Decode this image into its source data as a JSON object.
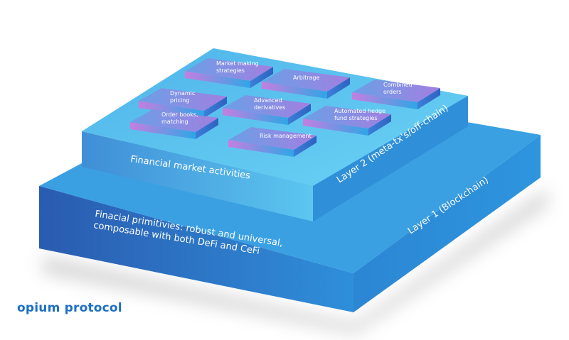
{
  "logo": "opium protocol",
  "layer1": {
    "title": "Layer 1 (Blockchain)",
    "description_line1": "Finacial primitivies: robust and universal,",
    "description_line2": "composable with both DeFi and CeFi"
  },
  "layer2": {
    "title": "Layer 2 (meta-tx's/off-chain)",
    "description": "Financial market activities"
  },
  "tiles": [
    {
      "lines": [
        "Market making",
        "strategies"
      ]
    },
    {
      "lines": [
        "Arbitrage"
      ]
    },
    {
      "lines": [
        "Combined",
        "orders"
      ]
    },
    {
      "lines": [
        "Dynamic",
        "pricing"
      ]
    },
    {
      "lines": [
        "Advanced",
        "derivatives"
      ]
    },
    {
      "lines": [
        "Automated hedge",
        "fund strategies"
      ]
    },
    {
      "lines": [
        "Order books,",
        "matching"
      ]
    },
    {
      "lines": [
        "Risk management"
      ]
    }
  ],
  "colors": {
    "accent": "#1c6fc4",
    "tile_purple": "#b27ee2",
    "tile_blue": "#3c8fe0"
  }
}
